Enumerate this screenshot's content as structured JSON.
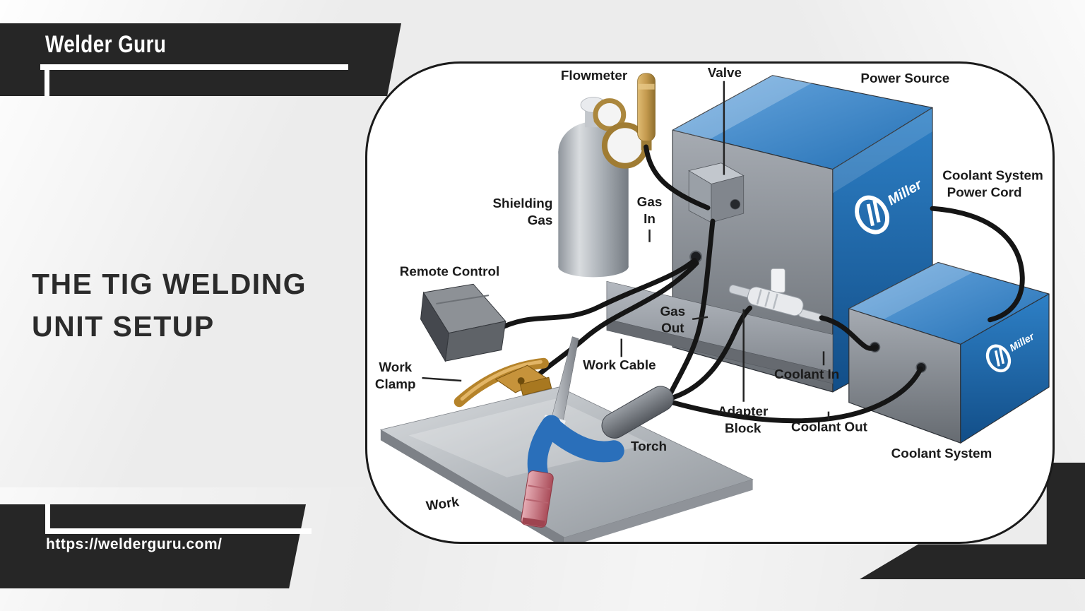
{
  "header": {
    "brand": "Welder Guru"
  },
  "title": {
    "line1": "THE TIG WELDING",
    "line2": "UNIT SETUP"
  },
  "footer": {
    "url": "https://welderguru.com/"
  },
  "colors": {
    "page_bg": "#ececec",
    "shape_black": "#262626",
    "panel_bg": "#ffffff",
    "panel_outline": "#1a1a1a",
    "accent_blue": "#1f6cb0",
    "machine_gray": "#8f959b",
    "brass": "#b5914f",
    "nozzle_pink": "#c96b77"
  },
  "diagram": {
    "brand_logo": "Miller",
    "labels": {
      "flowmeter": "Flowmeter",
      "valve": "Valve",
      "power_source": "Power Source",
      "shielding_gas_line1": "Shielding",
      "shielding_gas_line2": "Gas",
      "gas_in_line1": "Gas",
      "gas_in_line2": "In",
      "coolant_power_cord_line1": "Coolant System",
      "coolant_power_cord_line2": "Power Cord",
      "remote_control": "Remote Control",
      "gas_out_line1": "Gas",
      "gas_out_line2": "Out",
      "work_clamp_line1": "Work",
      "work_clamp_line2": "Clamp",
      "work_cable": "Work Cable",
      "coolant_in": "Coolant In",
      "adapter_block_line1": "Adapter",
      "adapter_block_line2": "Block",
      "coolant_out": "Coolant Out",
      "torch": "Torch",
      "coolant_system": "Coolant System",
      "work": "Work"
    }
  }
}
